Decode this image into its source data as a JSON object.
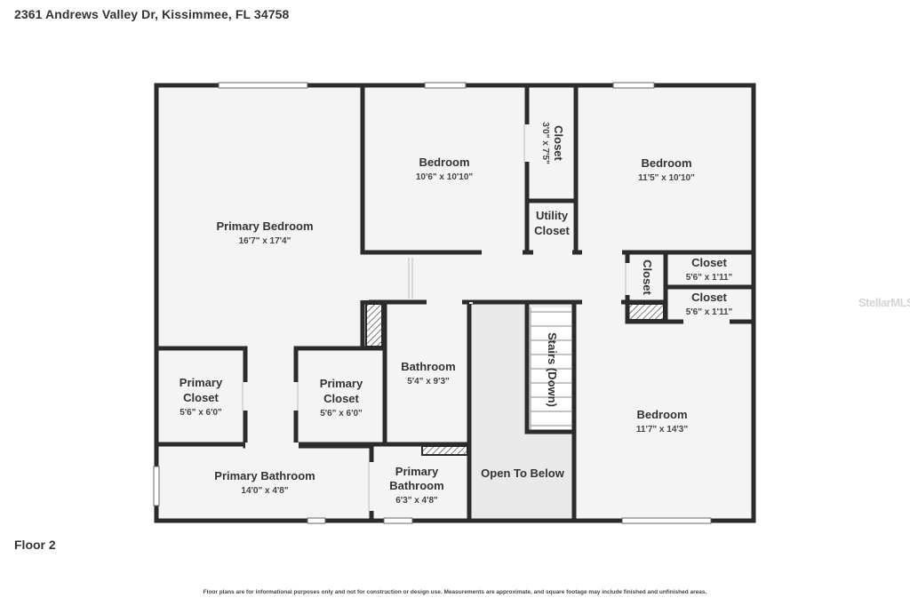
{
  "header": {
    "address": "2361 Andrews Valley Dr, Kissimmee, FL 34758"
  },
  "floor_label": "Floor 2",
  "disclaimer": "Floor plans are for informational purposes only and not for construction or design use. Measurements are approximate, and square footage may include finished and unfinished areas.",
  "watermark": "StellarMLS",
  "colors": {
    "wall": "#2b2b2b",
    "floor": "#f4f4f4",
    "dark_floor": "#e8e8e8",
    "window": "#ffffff"
  },
  "rooms": {
    "primary_bedroom": {
      "name": "Primary Bedroom",
      "dims": "16'7\" x 17'4\""
    },
    "bedroom_1": {
      "name": "Bedroom",
      "dims": "10'6\" x 10'10\""
    },
    "closet_top": {
      "name": "Closet",
      "dims": "3'0\" x 7'5\""
    },
    "utility_closet": {
      "name_line1": "Utility",
      "name_line2": "Closet"
    },
    "bedroom_2": {
      "name": "Bedroom",
      "dims": "11'5\" x 10'10\""
    },
    "closet_small": {
      "name": "Closet"
    },
    "closet_a": {
      "name": "Closet",
      "dims": "5'6\" x 1'11\""
    },
    "closet_b": {
      "name": "Closet",
      "dims": "5'6\" x 1'11\""
    },
    "primary_closet_1": {
      "name_line1": "Primary",
      "name_line2": "Closet",
      "dims": "5'6\" x 6'0\""
    },
    "primary_closet_2": {
      "name_line1": "Primary",
      "name_line2": "Closet",
      "dims": "5'6\" x 6'0\""
    },
    "bathroom": {
      "name": "Bathroom",
      "dims": "5'4\" x 9'3\""
    },
    "stairs": {
      "name": "Stairs (Down)"
    },
    "bedroom_3": {
      "name": "Bedroom",
      "dims": "11'7\" x 14'3\""
    },
    "primary_bathroom_1": {
      "name": "Primary Bathroom",
      "dims": "14'0\" x 4'8\""
    },
    "primary_bathroom_2": {
      "name_line1": "Primary",
      "name_line2": "Bathroom",
      "dims": "6'3\" x 4'8\""
    },
    "open_to_below": {
      "name": "Open To Below"
    }
  }
}
